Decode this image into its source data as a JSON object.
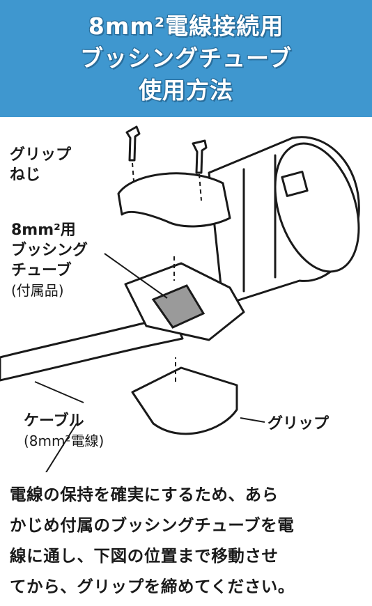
{
  "header": {
    "title_lines": [
      "8mm²電線接続用",
      "ブッシングチューブ",
      "使用方法"
    ]
  },
  "labels": {
    "grip_screw": [
      "グリップ",
      "ねじ"
    ],
    "bushing_tube": [
      "8mm²用",
      "ブッシング",
      "チューブ",
      "(付属品)"
    ],
    "cable": [
      "ケーブル",
      "(8mm²電線)"
    ],
    "grip": "グリップ"
  },
  "description": {
    "lines": [
      "電線の保持を確実にするため、あら",
      "かじめ付属のブッシングチューブを電",
      "線に通し、下図の位置まで移動させ",
      "てから、グリップを締めてください。"
    ]
  },
  "colors": {
    "header_bg": "#3f97cf",
    "header_text": "#ffffff",
    "tube_fill": "#9a9a9a"
  }
}
